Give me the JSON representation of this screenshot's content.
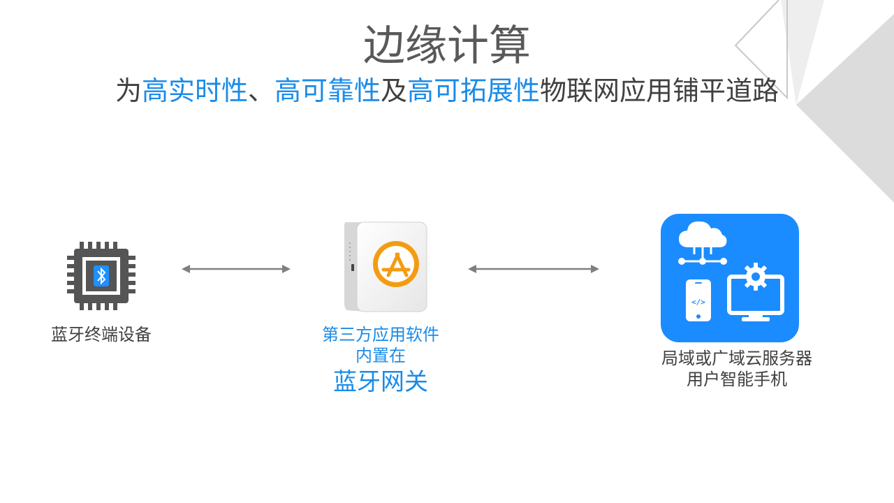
{
  "title": "边缘计算",
  "subtitle": {
    "prefix": "为",
    "hl1": "高实时性",
    "sep1": "、",
    "hl2": "高可靠性",
    "sep2": "及",
    "hl3": "高可拓展性",
    "suffix": "物联网应用铺平道路"
  },
  "devices": {
    "terminal_label": "蓝牙终端设备",
    "gateway_line1": "第三方应用软件",
    "gateway_line2": "内置在",
    "gateway_line3": "蓝牙网关",
    "server_line1": "局域或广域云服务器",
    "server_line2": "用户智能手机"
  },
  "icons": {
    "terminal": "bluetooth-chip-icon",
    "gateway": "gateway-device-icon",
    "app_store": "app-store-icon",
    "cloud": "cloud-network-icon",
    "phone": "smartphone-code-icon",
    "monitor": "monitor-gear-icon"
  },
  "colors": {
    "accent": "#1a8be8",
    "tile": "#1a8cff",
    "text": "#404040",
    "title": "#595959",
    "gateway_badge": "#f39c12"
  }
}
